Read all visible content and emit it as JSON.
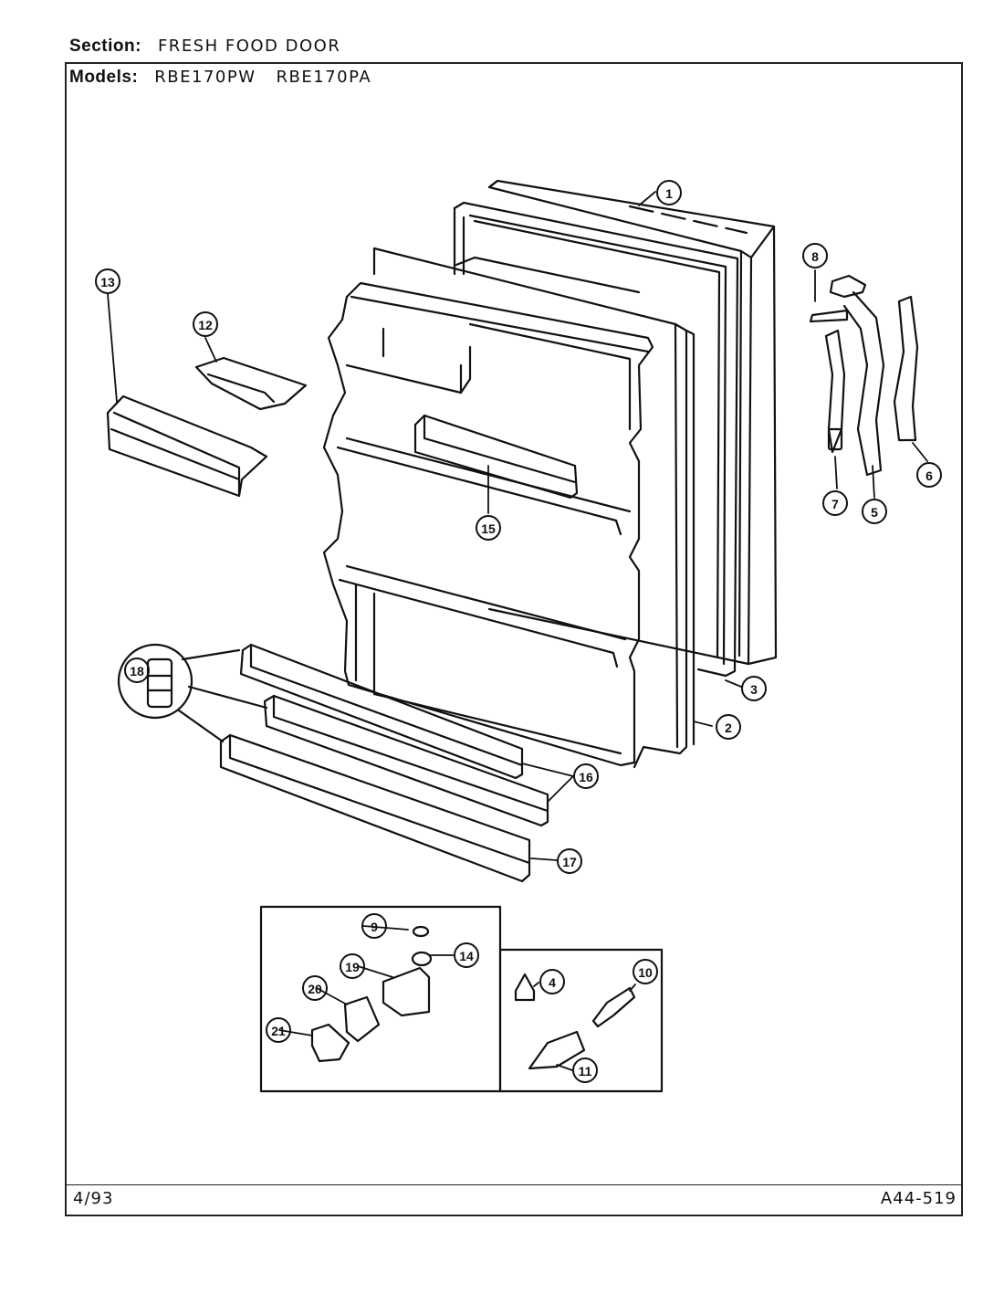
{
  "header": {
    "section_label": "Section:",
    "section_value": "FRESH FOOD DOOR",
    "models_label": "Models:",
    "models": [
      "RBE170PW",
      "RBE170PA"
    ]
  },
  "footer": {
    "date": "4/93",
    "code": "A44-519"
  },
  "callouts": [
    "1",
    "2",
    "3",
    "4",
    "5",
    "6",
    "7",
    "8",
    "9",
    "10",
    "11",
    "12",
    "13",
    "14",
    "15",
    "16",
    "17",
    "18",
    "19",
    "20",
    "21"
  ]
}
